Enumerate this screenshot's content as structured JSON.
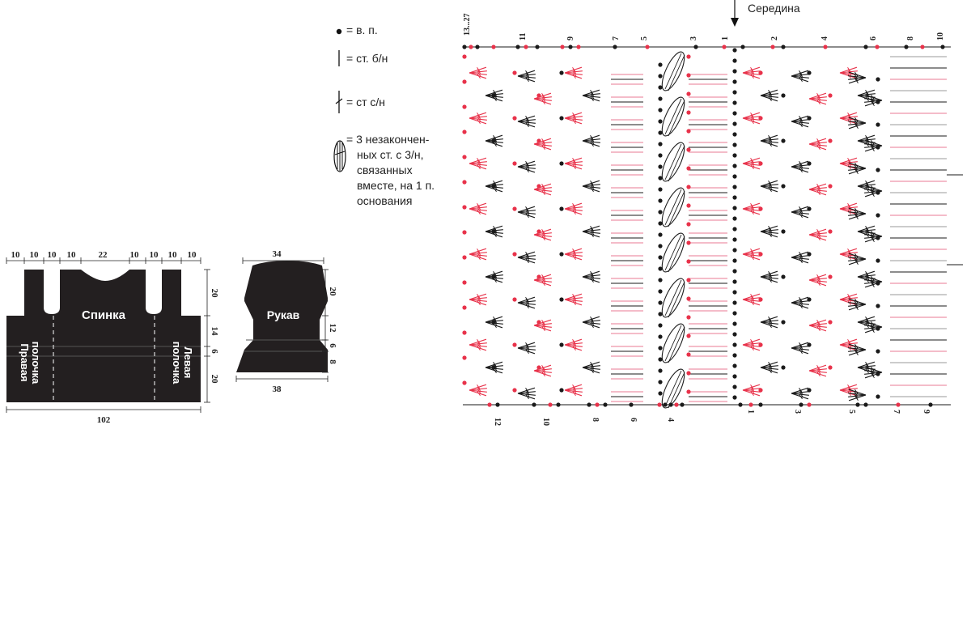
{
  "schematic": {
    "back_label": "Спинка",
    "right_front_label_1": "Правая",
    "right_front_label_2": "полочка",
    "left_front_label_1": "Левая",
    "left_front_label_2": "полочка",
    "body_top_dims": [
      "10",
      "10",
      "10",
      "10",
      "22",
      "10",
      "10",
      "10",
      "10"
    ],
    "body_side_dims": [
      "20",
      "14",
      "6",
      "20"
    ],
    "body_width": "102",
    "sleeve_label": "Рукав",
    "sleeve_top": "34",
    "sleeve_bottom": "38",
    "sleeve_side_dims": [
      "20",
      "12",
      "6",
      "8"
    ]
  },
  "legend": [
    {
      "symbol": "chain-dot",
      "text": "= в. п."
    },
    {
      "symbol": "sc-stitch",
      "text": "= ст. б/н"
    },
    {
      "symbol": "dc-stitch",
      "text": "= ст с/н"
    },
    {
      "symbol": "cluster-stitch",
      "lines": [
        "= 3 незакончен-",
        "ных ст. с 3/н,",
        "связанных",
        "вместе, на 1 п.",
        "основания"
      ]
    }
  ],
  "chart": {
    "center_label": "Середина",
    "top_row_numbers": [
      "13...27",
      "11",
      "9",
      "7",
      "5",
      "3",
      "1",
      "2",
      "4",
      "6",
      "8",
      "10"
    ],
    "bottom_row_numbers": [
      "12",
      "10",
      "8",
      "6",
      "4",
      "1",
      "3",
      "5",
      "7",
      "9"
    ],
    "colors": {
      "accent": "#e8324a",
      "pink": "#e97a93",
      "ink": "#1a1a1a"
    }
  }
}
